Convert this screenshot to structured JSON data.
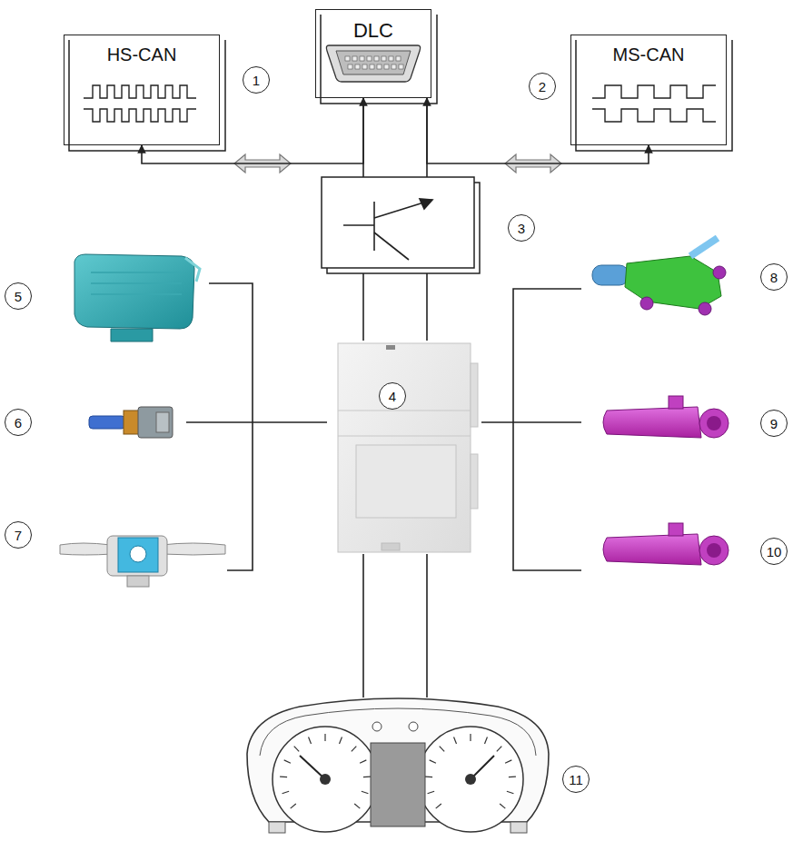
{
  "diagram": {
    "nodes": [
      {
        "text": [
          "HS-CAN"
        ]
      },
      {
        "text": [
          "DLC"
        ]
      },
      {
        "text": [
          "MS-CAN"
        ]
      }
    ],
    "edges": [
      {
        "from": 0,
        "to": 1,
        "arrow": "both"
      },
      {
        "from": 2,
        "to": 1,
        "arrow": "both"
      }
    ],
    "labels": [
      "1",
      "2",
      "3",
      "4",
      "5",
      "6",
      "7",
      "8",
      "9",
      "10",
      "11"
    ]
  }
}
